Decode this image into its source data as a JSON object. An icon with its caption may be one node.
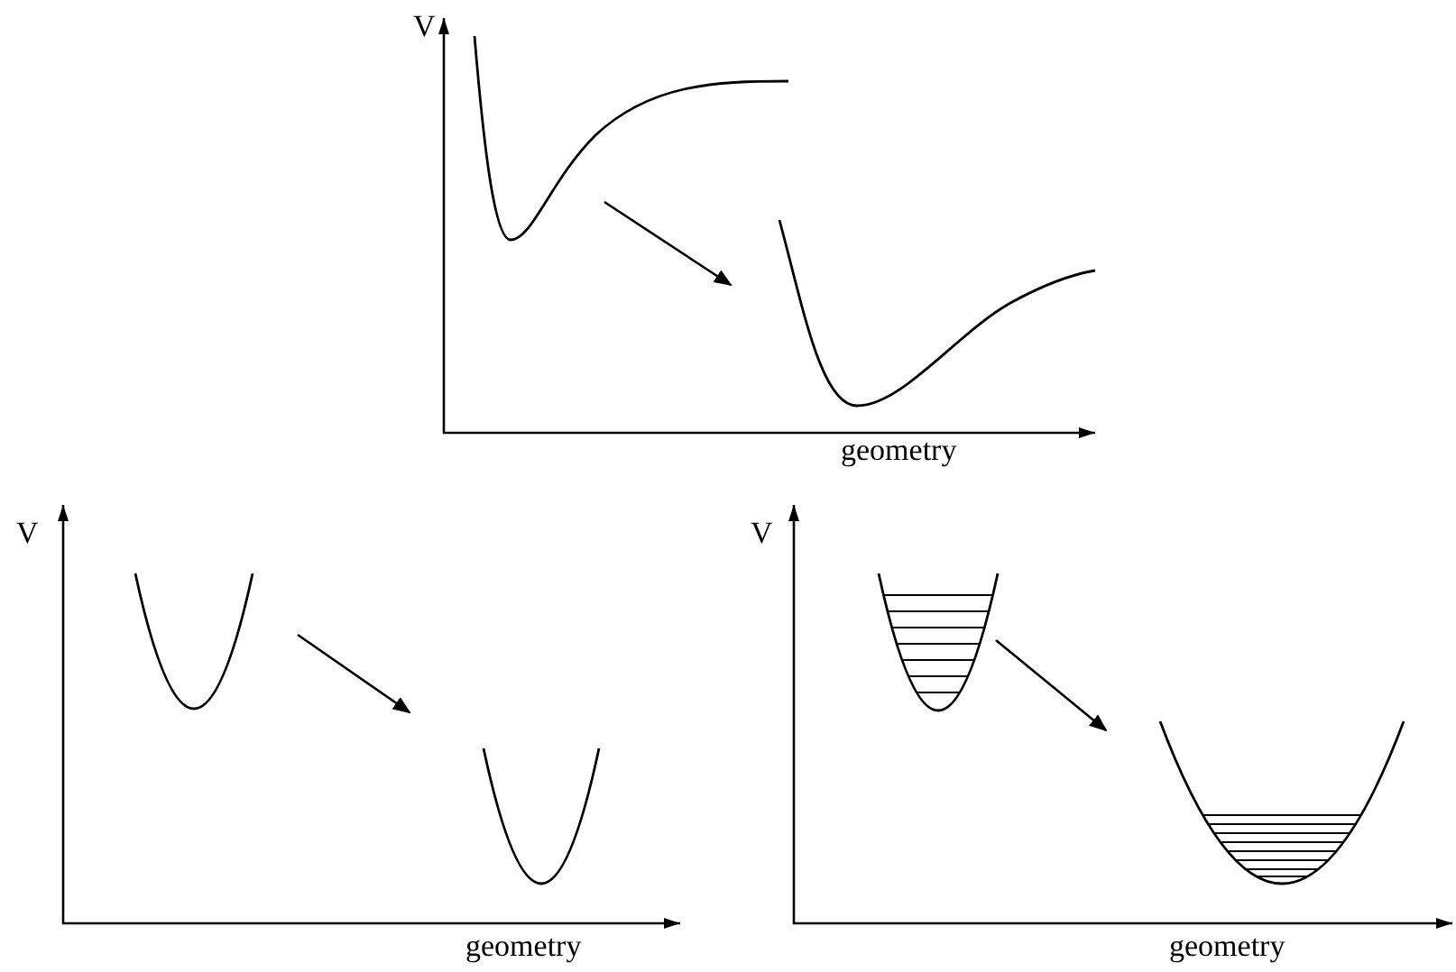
{
  "diagram": {
    "nodes": [
      {
        "text": [],
        "shape": "curve"
      },
      {
        "text": [],
        "shape": "curve"
      },
      {
        "text": [],
        "shape": "curve"
      },
      {
        "text": [],
        "shape": "curve"
      },
      {
        "text": [],
        "shape": "curve"
      },
      {
        "text": [],
        "shape": "curve"
      }
    ],
    "edges": [
      {
        "from": 0,
        "to": 1,
        "arrow": "to"
      },
      {
        "from": 2,
        "to": 3,
        "arrow": "to"
      },
      {
        "from": 4,
        "to": 5,
        "arrow": "to"
      }
    ],
    "labels": [
      "V",
      "geometry",
      "V",
      "geometry",
      "V",
      "geometry"
    ]
  }
}
